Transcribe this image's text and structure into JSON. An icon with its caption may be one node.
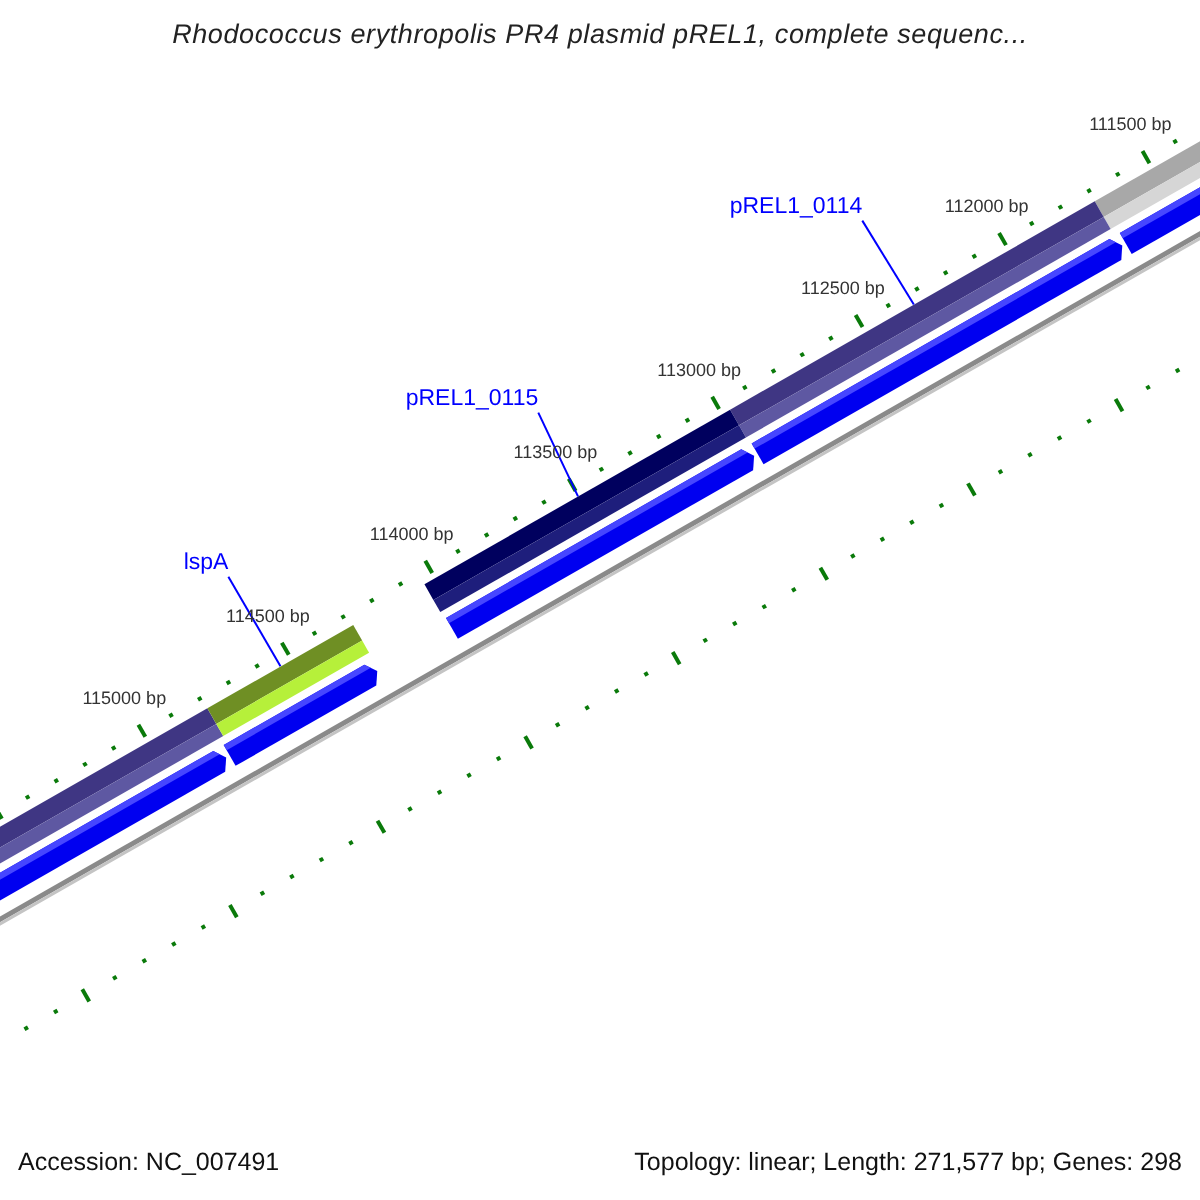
{
  "diagram": {
    "title": "Rhodococcus erythropolis PR4 plasmid pREL1, complete sequenc...",
    "nodes": [
      {
        "text": [
          "pREL1_0114"
        ]
      },
      {
        "text": [],
        "shape": "bar"
      },
      {
        "text": [
          "pREL1_0115"
        ]
      },
      {
        "text": [],
        "shape": "bar"
      },
      {
        "text": [
          "lspA"
        ]
      },
      {
        "text": [],
        "shape": "bar"
      }
    ],
    "edges": [
      {
        "from": 0,
        "to": 1,
        "arrow": "none"
      },
      {
        "from": 2,
        "to": 3,
        "arrow": "none"
      },
      {
        "from": 4,
        "to": 5,
        "arrow": "none"
      }
    ],
    "labels": [
      "111500 bp",
      "112000 bp",
      "112500 bp",
      "113000 bp",
      "113500 bp",
      "114000 bp",
      "114500 bp",
      "115000 bp",
      "Accession: NC_007491",
      "Topology: linear; Length: 271,577 bp; Genes: 298"
    ]
  }
}
